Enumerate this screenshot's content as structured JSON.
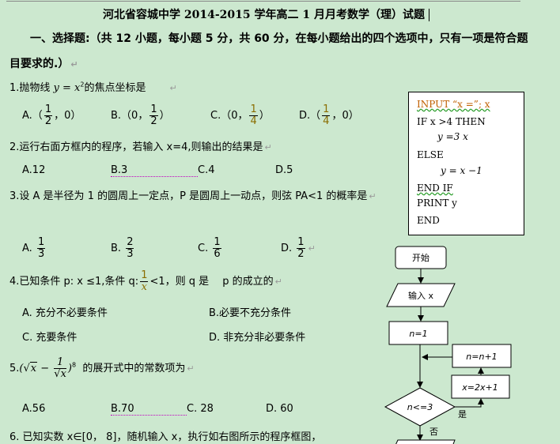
{
  "title": "河北省容城中学 2014-2015 学年高二 1 月月考数学（理）试题",
  "section": {
    "line1": "一、选择题:（共 12 小题，每小题 5 分，共 60 分，在每小题给出的四个选项中，只有一项是符合题",
    "line2": "目要求的.）"
  },
  "q1": {
    "prefix": "1.抛物线",
    "expr": "y = x",
    "sup": "2",
    "suffix": "的焦点坐标是",
    "options": [
      {
        "label": "A.（",
        "num": "1",
        "den": "2",
        "tail": "，0）"
      },
      {
        "label": "B.（0，",
        "num": "1",
        "den": "2",
        "tail": "）"
      },
      {
        "label": "C.（0，",
        "num": "1",
        "den": "4",
        "tail": "）"
      },
      {
        "label": "D.（",
        "num": "1",
        "den": "4",
        "tail": "，0）"
      }
    ]
  },
  "q2": {
    "text": "2.运行右面方框内的程序，若输入 x=4,则输出的结果是",
    "options": [
      "A.12",
      "B.3",
      "C.4",
      "D.5"
    ]
  },
  "q3": {
    "text": "3.设 A 是半径为 1 的圆周上一定点，P 是圆周上一动点，则弦 PA<1 的概率是",
    "options": [
      {
        "label": "A.",
        "num": "1",
        "den": "3"
      },
      {
        "label": "B.",
        "num": "2",
        "den": "3"
      },
      {
        "label": "C.",
        "num": "1",
        "den": "6"
      },
      {
        "label": "D.",
        "num": "1",
        "den": "2"
      }
    ]
  },
  "q4": {
    "prefix": "4.已知条件 p: x ≤1,条件 q:",
    "num": "1",
    "den": "x",
    "suffix": "<1，则 q 是　 p 的成立的",
    "options": [
      "A. 充分不必要条件",
      "B.必要不充分条件",
      "C. 充要条件",
      "D. 非充分非必要条件"
    ]
  },
  "q5": {
    "prefix": "5.",
    "expr_open": "(√",
    "x": "x",
    "minus": " − ",
    "num": "1",
    "den": "√x",
    "exp": "8",
    "suffix": "的展开式中的常数项为",
    "options": [
      "A.56",
      "B.70",
      "C. 28",
      "D. 60"
    ]
  },
  "q6": {
    "text": "6. 已知实数 x∈[0， 8]，随机输入 x，执行如右图所示的程序框图，"
  },
  "code": {
    "lines": [
      "INPUT  “x =”;  x",
      "IF  x >4   THEN",
      "y =3 x",
      "ELSE",
      "y = x −1",
      "END   IF",
      "PRINT  y",
      "END"
    ]
  },
  "flowchart": {
    "start": "开始",
    "input": "输入 x",
    "init": "n=1",
    "increment": "n=n+1",
    "update": "x=2x+1",
    "condition": "n<=3",
    "yes": "是",
    "no": "否"
  }
}
